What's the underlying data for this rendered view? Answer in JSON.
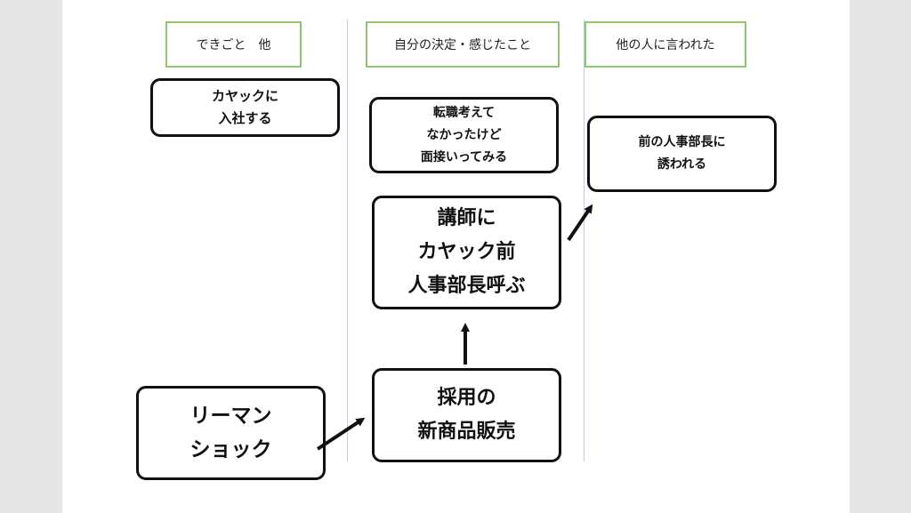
{
  "columns": [
    {
      "header": "できごと　他"
    },
    {
      "header": "自分の決定・感じたこと"
    },
    {
      "header": "他の人に言われた"
    }
  ],
  "nodes": {
    "join_kayak": {
      "lines": [
        "カヤックに",
        "入社する"
      ]
    },
    "lehman_shock": {
      "lines": [
        "リーマン",
        "ショック"
      ]
    },
    "job_change_interview": {
      "lines": [
        "転職考えて",
        "なかったけど",
        "面接いってみる"
      ]
    },
    "invite_lecturer": {
      "lines": [
        "講師に",
        "カヤック前",
        "人事部長呼ぶ"
      ]
    },
    "recruit_product": {
      "lines": [
        "採用の",
        "新商品販売"
      ]
    },
    "invited_by_former_hr": {
      "lines": [
        "前の人事部長に",
        "誘われる"
      ]
    }
  },
  "colors": {
    "header_border": "#8cc870",
    "divider": "#b9cde4",
    "box_border": "#111111",
    "arrow": "#111111"
  }
}
